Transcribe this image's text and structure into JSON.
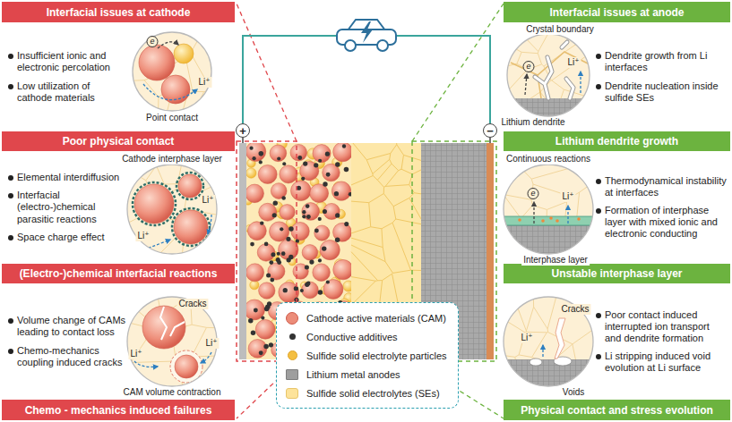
{
  "diagram": {
    "nodes": [
      {
        "text": [
          "Interfacial issues at cathode"
        ]
      },
      {
        "text": [
          "Insufficient ionic and electronic percolation",
          "Low utilization of cathode materials"
        ]
      },
      {
        "text": [
          "Poor physical contact"
        ]
      },
      {
        "text": [
          "Elemental interdiffusion",
          "Interfacial (electro-)chemical parasitic reactions",
          "Space charge effect"
        ]
      },
      {
        "text": [
          "(Electro-)chemical interfacial reactions"
        ]
      },
      {
        "text": [
          "Volume change of CAMs leading to contact loss",
          "Chemo-mechanics coupling induced cracks"
        ]
      },
      {
        "text": [
          "Chemo - mechanics induced failures"
        ]
      },
      {
        "text": [
          "Interfacial issues at anode"
        ]
      },
      {
        "text": [
          "Dendrite growth from Li interfaces",
          "Dendrite nucleation inside sulfide SEs"
        ]
      },
      {
        "text": [
          "Lithium dendrite growth"
        ]
      },
      {
        "text": [
          "Thermodynamical instability at interfaces",
          "Formation of interphase layer with mixed ionic and electronic conducting"
        ]
      },
      {
        "text": [
          "Unstable interphase layer"
        ]
      },
      {
        "text": [
          "Poor contact induced interrupted ion transport and dendrite formation",
          "Li stripping induced void evolution at Li surface"
        ]
      },
      {
        "text": [
          "Physical contact and stress evolution"
        ]
      },
      {
        "text": [
          "+"
        ]
      },
      {
        "text": [
          "−"
        ]
      }
    ],
    "edges": [
      {
        "from": 14,
        "to": 15,
        "arrow": "none"
      }
    ],
    "labels": [
      "e",
      "Li⁺",
      "Point contact",
      "Cathode interphase layer",
      "Li⁺",
      "Li⁺",
      "Cracks",
      "Li⁺",
      "Li⁺",
      "CAM volume contraction",
      "Crystal boundary",
      "Li⁺",
      "e",
      "Lithium dendrite",
      "Continuous reactions",
      "e",
      "Li⁺",
      "Interphase layer",
      "Cracks",
      "Li⁺",
      "Voids"
    ],
    "legend": [
      {
        "text": "Cathode active materials (CAM)",
        "color": "#ec8c79"
      },
      {
        "text": "Conductive additives",
        "color": "#333333"
      },
      {
        "text": "Sulfide solid electrolyte particles",
        "color": "#f4bf42"
      },
      {
        "text": "Lithium metal anodes",
        "color": "#9e9e9e"
      },
      {
        "text": "Sulfide solid electrolytes (SEs)",
        "color": "#fde39a"
      }
    ]
  }
}
